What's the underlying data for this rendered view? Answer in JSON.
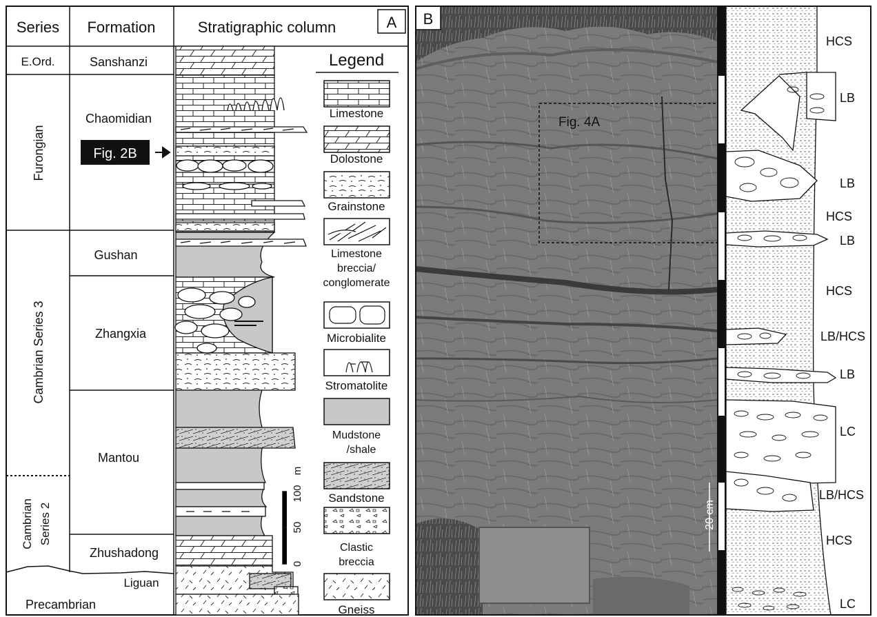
{
  "panel_a": {
    "label": "A",
    "headers": {
      "series": "Series",
      "formation": "Formation",
      "column": "Stratigraphic column"
    },
    "series": {
      "e_ord": "E.Ord.",
      "furongian": "Furongian",
      "cambrian_3": "Cambrian Series 3",
      "cambrian_2_line1": "Cambrian",
      "cambrian_2_line2": "Series 2",
      "precambrian": "Precambrian"
    },
    "formations": {
      "sanshanzi": "Sanshanzi",
      "chaomidian": "Chaomidian",
      "gushan": "Gushan",
      "zhangxia": "Zhangxia",
      "mantou": "Mantou",
      "zhushadong": "Zhushadong",
      "liguan": "Liguan"
    },
    "fig_ref": "Fig. 2B",
    "scale": {
      "unit": "m",
      "ticks": [
        "0",
        "50",
        "100"
      ]
    },
    "legend": {
      "title": "Legend",
      "items": {
        "limestone": "Limestone",
        "dolostone": "Dolostone",
        "grainstone": "Grainstone",
        "breccia_l1": "Limestone",
        "breccia_l2": "breccia/",
        "breccia_l3": "conglomerate",
        "microbialite": "Microbialite",
        "stromatolite": "Stromatolite",
        "mudstone_l1": "Mudstone",
        "mudstone_l2": "/shale",
        "sandstone": "Sandstone",
        "clastic_l1": "Clastic",
        "clastic_l2": "breccia",
        "gneiss": "Gneiss"
      }
    }
  },
  "panel_b": {
    "label": "B",
    "inset_label": "Fig. 4A",
    "scale_label": "20 cm",
    "facies": {
      "hcs1": "HCS",
      "lb1": "LB",
      "lb2": "LB",
      "hcs2": "HCS",
      "lb3": "LB",
      "hcs3": "HCS",
      "lbhcs1": "LB/HCS",
      "lb4": "LB",
      "lc1": "LC",
      "lbhcs2": "LB/HCS",
      "hcs4": "HCS",
      "lc2": "LC"
    }
  },
  "colors": {
    "mudstone_fill": "#c8c8c8",
    "line": "#111111",
    "fig_ref_bg": "#111111"
  }
}
